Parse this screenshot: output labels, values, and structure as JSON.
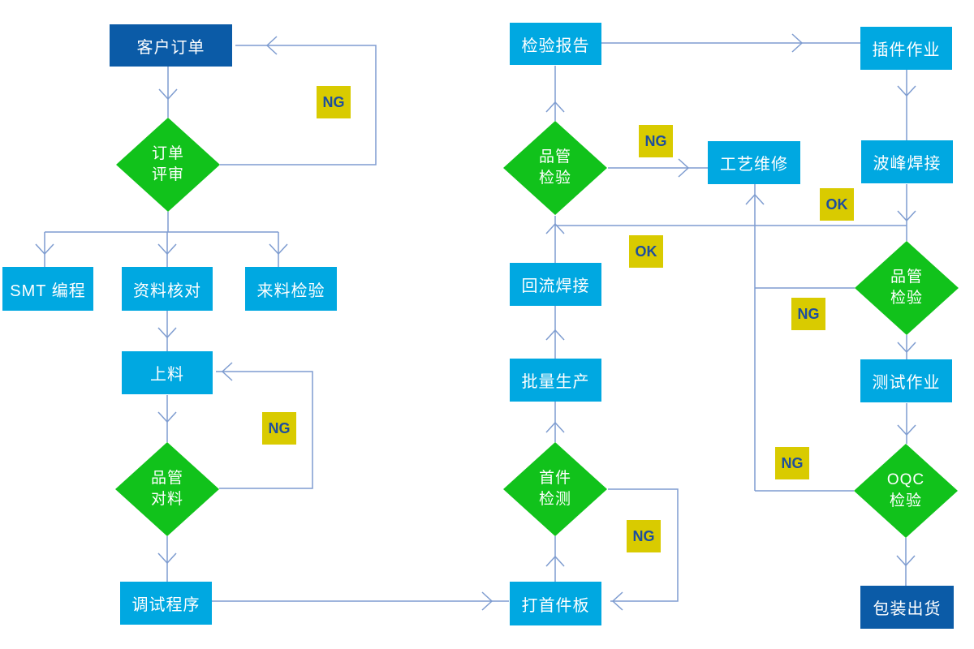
{
  "colors": {
    "terminal_fill": "#0B5BA7",
    "process_fill": "#00A8E1",
    "decision_fill": "#11C21B",
    "tag_fill": "#D9CB00",
    "tag_text": "#1D4E9E",
    "node_text": "#FFFFFF",
    "connector": "#7E9CD0"
  },
  "labels": {
    "ng": "NG",
    "ok": "OK"
  },
  "nodes": {
    "customer_order": {
      "label": "客户订单",
      "type": "start-terminal"
    },
    "order_review": {
      "line1": "订单",
      "line2": "评审",
      "type": "decision"
    },
    "smt_programming": {
      "label": "SMT 编程",
      "type": "process"
    },
    "data_check": {
      "label": "资料核对",
      "type": "process"
    },
    "incoming_inspection": {
      "label": "来料检验",
      "type": "process"
    },
    "material_loading": {
      "label": "上料",
      "type": "process"
    },
    "qc_material_check": {
      "line1": "品管",
      "line2": "对料",
      "type": "decision"
    },
    "debug_program": {
      "label": "调试程序",
      "type": "process"
    },
    "first_board": {
      "label": "打首件板",
      "type": "process"
    },
    "first_article_inspection": {
      "line1": "首件",
      "line2": "检测",
      "type": "decision"
    },
    "mass_production": {
      "label": "批量生产",
      "type": "process"
    },
    "reflow_soldering": {
      "label": "回流焊接",
      "type": "process"
    },
    "qc_inspection_reflow": {
      "line1": "品管",
      "line2": "检验",
      "type": "decision"
    },
    "inspection_report": {
      "label": "检验报告",
      "type": "process"
    },
    "process_repair": {
      "label": "工艺维修",
      "type": "process"
    },
    "through_hole_assembly": {
      "label": "插件作业",
      "type": "process"
    },
    "wave_soldering": {
      "label": "波峰焊接",
      "type": "process"
    },
    "qc_inspection_wave": {
      "line1": "品管",
      "line2": "检验",
      "type": "decision"
    },
    "test_operation": {
      "label": "测试作业",
      "type": "process"
    },
    "oqc_inspection": {
      "line1": "OQC",
      "line2": "检验",
      "type": "decision"
    },
    "packing_shipping": {
      "label": "包装出货",
      "type": "end-terminal"
    }
  }
}
